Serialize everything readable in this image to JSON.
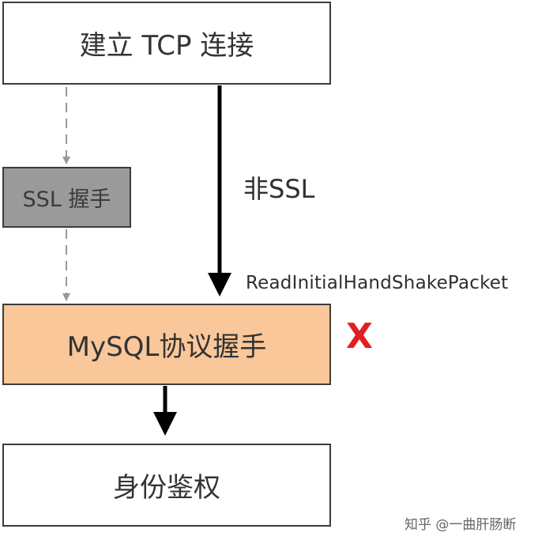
{
  "boxes": {
    "tcp": "建立 TCP 连接",
    "ssl": "SSL 握手",
    "mysql": "MySQL协议握手",
    "auth": "身份鉴权"
  },
  "labels": {
    "non_ssl": "非SSL",
    "read_packet": "ReadInitialHandShakePacket",
    "fail_mark": "X"
  },
  "watermark": "知乎 @一曲肝肠断",
  "colors": {
    "ssl_box_fill": "#9a9a9a",
    "mysql_box_fill": "#f9c79a",
    "fail_mark": "#e02020",
    "solid_arrow": "#000000",
    "dashed_arrow": "#999999"
  }
}
